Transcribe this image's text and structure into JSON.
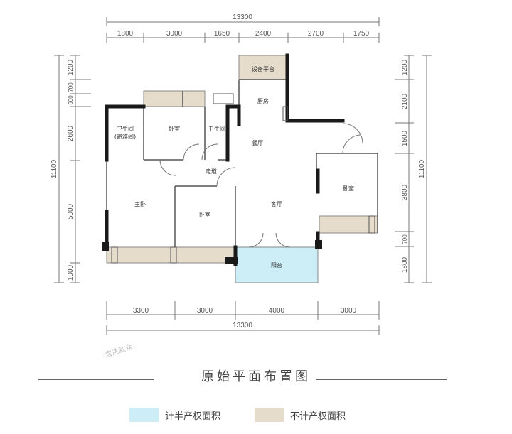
{
  "colors": {
    "half_area": "#cdeef7",
    "excluded_area": "#e5dccb",
    "wall": "#1a1a1a",
    "line": "#777777"
  },
  "top_total": "13300",
  "top_dims": [
    "1800",
    "3000",
    "1650",
    "2400",
    "2700",
    "1750"
  ],
  "bottom_dims": [
    "3300",
    "3000",
    "4000",
    "3000"
  ],
  "bottom_total": "13300",
  "left_total": "11100",
  "left_dims": [
    "1200",
    "700",
    "600",
    "2600",
    "5000",
    "1000"
  ],
  "right_total": "11100",
  "right_dims": [
    "1200",
    "2100",
    "1500",
    "3800",
    "700",
    "1800"
  ],
  "rooms": {
    "equipment_platform": "设备平台",
    "kitchen": "厨房",
    "bathroom_barrier_free_1": "卫生间",
    "bathroom_barrier_free_2": "(避难间)",
    "bedroom_top": "卧室",
    "bathroom": "卫生间",
    "dining": "餐厅",
    "corridor": "走道",
    "master_bedroom": "主卧",
    "bedroom_middle": "卧室",
    "living_room": "客厅",
    "bedroom_right": "卧室",
    "balcony": "阳台"
  },
  "watermark": "官达致众",
  "caption": "原始平面布置图",
  "legend": [
    {
      "label": "计半产权面积",
      "color": "#cdeef7"
    },
    {
      "label": "不计产权面积",
      "color": "#e5dccb"
    }
  ]
}
